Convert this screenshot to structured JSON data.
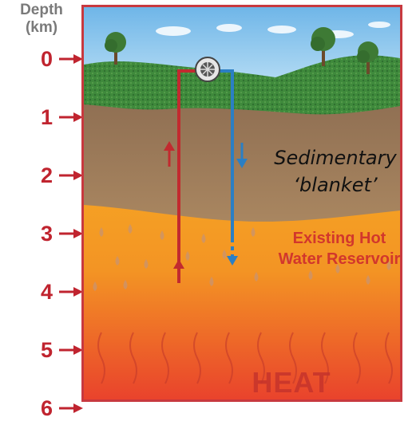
{
  "axis": {
    "title_line1": "Depth",
    "title_line2": "(km)",
    "ticks": [
      "0",
      "1",
      "2",
      "3",
      "4",
      "5",
      "6"
    ],
    "tick_color": "#c0242f"
  },
  "layers": {
    "sediment_label_line1": "Sedimentary",
    "sediment_label_line2": "‘blanket’",
    "reservoir_label_line1": "Existing Hot",
    "reservoir_label_line2": "Water Reservoir",
    "heat_label": "HEAT"
  },
  "colors": {
    "sky": "#8ec8ee",
    "grass": "#3f8a3c",
    "sediment": "#a07e5c",
    "reservoir": "#f4a020",
    "heat_bottom": "#e8402a",
    "production_pipe": "#c22a2f",
    "injection_pipe": "#2b7fc4"
  },
  "icons": [
    "turbine-icon",
    "tree-icon",
    "up-arrow-icon",
    "down-arrow-icon"
  ]
}
